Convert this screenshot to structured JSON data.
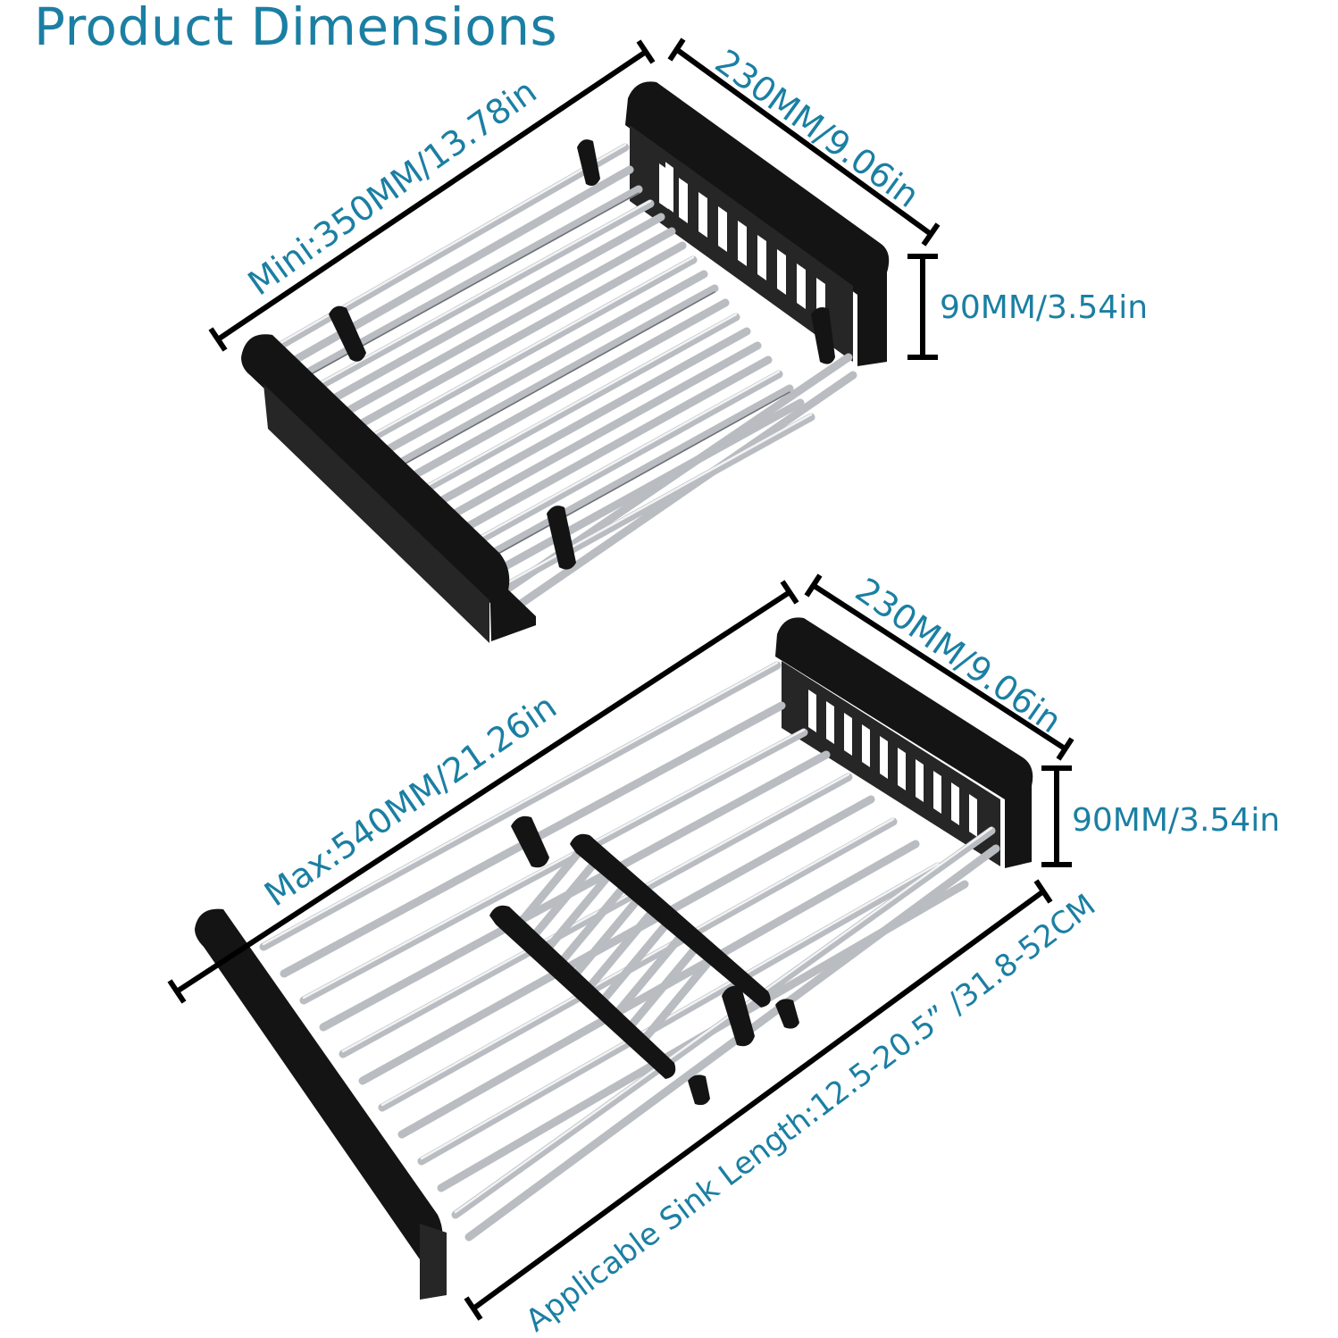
{
  "title": "Product Dimensions",
  "colors": {
    "accent_text": "#1b7fa3",
    "dimension_lines": "#000000",
    "frame": "#141414",
    "rods": "#b9bcc0",
    "background": "#ffffff"
  },
  "top_basket": {
    "state": "collapsed",
    "length_label": "Mini:350MM/13.78in",
    "width_label": "230MM/9.06in",
    "height_label": "90MM/3.54in"
  },
  "bottom_basket": {
    "state": "extended",
    "length_label": "Max:540MM/21.26in",
    "width_label": "230MM/9.06in",
    "height_label": "90MM/3.54in",
    "sink_label": "Applicable Sink Length:12.5-20.5”  /31.8-52CM"
  },
  "dimensions": {
    "min_length_mm": 350,
    "min_length_in": 13.78,
    "max_length_mm": 540,
    "max_length_in": 21.26,
    "width_mm": 230,
    "width_in": 9.06,
    "height_mm": 90,
    "height_in": 3.54,
    "sink_length_in": "12.5-20.5",
    "sink_length_cm": "31.8-52"
  }
}
